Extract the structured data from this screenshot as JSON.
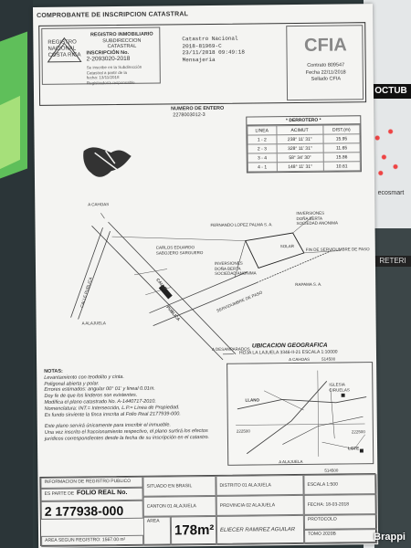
{
  "header": {
    "title": "COMPROBANTE DE INSCRIPCION CATASTRAL"
  },
  "registro": {
    "emblem_text": [
      "REGISTRO",
      "NACIONAL",
      "COSTA RICA"
    ],
    "head": [
      "REGISTRO INMOBILIARIO",
      "SUBDIRECCION",
      "CATASTRAL"
    ],
    "inscripcion": [
      "INSCRIPCIÓN No.",
      "2-2093020-2018"
    ],
    "notes": [
      "Se inscribe en la Subdirección",
      "Catastral a partir de la",
      "fecha: 13/11/2018",
      "Registrador/a responsable"
    ]
  },
  "catastro": {
    "lines": [
      "Catastro Nacional",
      "2018-81969-C",
      "23/11/2018 09:49:18",
      "Mensajeria"
    ]
  },
  "cfia": {
    "logo_text": "CFIA",
    "lines": [
      "Contrato 809547",
      "Fecha 22/11/2018",
      "Sellado CFIA"
    ]
  },
  "numero_entero": {
    "label": "NUMERO DE ENTERO",
    "value": "2278003012-3"
  },
  "derrotero": {
    "title": "* DERROTERO *",
    "headers": [
      "LINEA",
      "ACIMUT",
      "DIST.(m)"
    ],
    "rows": [
      [
        "1 - 2",
        "238° 11' 31\"",
        "15.95"
      ],
      [
        "2 - 3",
        "328° 11' 31\"",
        "11.65"
      ],
      [
        "3 - 4",
        "58° 34' 30\"",
        "15.86"
      ],
      [
        "4 - 1",
        "148° 11' 31\"",
        "10.61"
      ]
    ]
  },
  "plan_labels": {
    "a_cahuas": "A CAHOAS",
    "calle_publica": "CALLE PUBLICA",
    "a_alajuela": "A ALAJUELA",
    "calle": "CALLE",
    "publica": "PUBLICA",
    "a_desamparados": "A DESAMPARADOS",
    "servidumbre": "SERVIDUMBRE DE PASO",
    "fin_servidumbre": "FIN DE SERVIDUMBRE DE PASO",
    "fernando": "FERNANDO LOPEZ PALMA S. A.",
    "inversiones_top": [
      "INVERSIONES",
      "DOÑA BERTA",
      "SOCIEDAD ANONIMA"
    ],
    "carlos": [
      "CARLOS EDUARDO",
      "SABOJERO SARGUERO"
    ],
    "inversiones_mid": [
      "INVERSIONES",
      "DOÑA BERTA",
      "SOCIEDAD ANONIMA"
    ],
    "solar": "SOLAR",
    "rapama": "RAPAMA S. A."
  },
  "notes": {
    "title": "NOTAS:",
    "lines": [
      "Levantamiento con teodolito y cinta.",
      "Poligonal abierta y polar.",
      "Errores estimados: angular 00° 01' y lineal 0.01m.",
      "Doy fe de que los linderos son existentes.",
      "Modifica el plano catastrado No. A-1440717-2010.",
      "Nomenclatura: INT.= Intersección, L.P.= Línea de Propiedad.",
      "Es fundo sirviente la finca inscrita al Folio Real 2177939-000.",
      "",
      "Este plano servirá únicamente para inscribir el inmueble.",
      "Una vez inscrito el fraccionamiento respectivo, el plano surtirá los efectos",
      "jurídicos correspondientes desde la fecha de su inscripción en el catastro."
    ]
  },
  "ubicacion": {
    "title": "UBICACION GEOGRAFICA",
    "subtitle": "HOJA LA LAJUELA 3346-II-21 ESCALA 1:10000",
    "labels": {
      "a_cahuas": "A CAHOAS",
      "x_top": "514500",
      "x_bottom": "514500",
      "y_left": "222500",
      "y_right": "222500",
      "iglesia": "IGLESIA",
      "ciruelas": "CIRUELAS",
      "llano": "LLANO",
      "lote": "LOTE",
      "a_alajuela": "A ALAJUELA"
    }
  },
  "bottom": {
    "info_label": "INFORMACION DE REGISTRO PUBLICO",
    "es_parte": "ES PARTE DE",
    "folio": "FOLIO REAL No.",
    "finca": "2 177938-000",
    "area_segun": "AREA SEGUN REGISTRO: 1567.00 m²",
    "situado": "SITUADO EN BRASIL",
    "canton": "CANTON 01 ALAJUELA",
    "distrito": "DISTRITO 01 ALAJUELA",
    "provincia": "PROVINCIA 02 ALAJUELA",
    "escala": "ESCALA 1:500",
    "fecha": "FECHA: 18-03-2018",
    "protocolo": "PROTOCOLO",
    "tomo": "TOMO 2020B",
    "area_label": "AREA",
    "area_value": "178m²",
    "signature": "ELIECER RAMIREZ AGUILAR"
  },
  "watermark": "Brappi",
  "background": {
    "tag1": "OCTUB",
    "tag2": "RETERI",
    "tag3": "ecosmart"
  }
}
